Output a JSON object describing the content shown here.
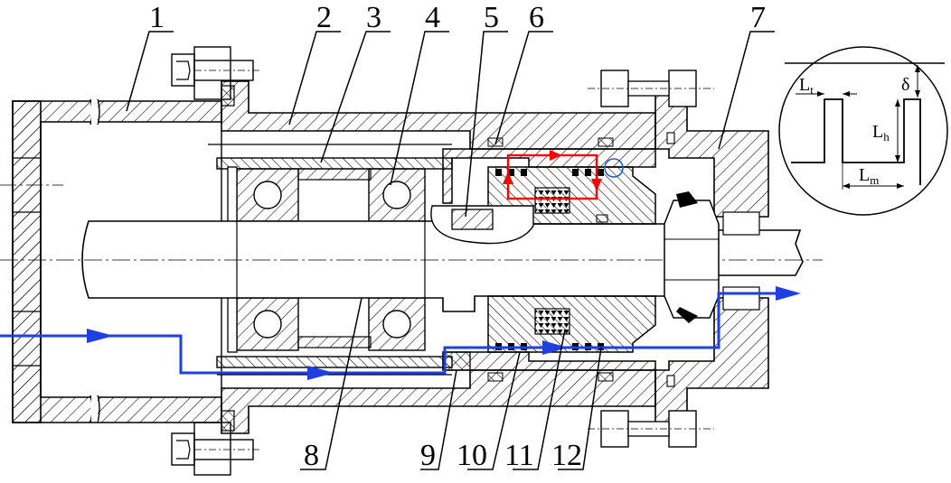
{
  "part_labels": [
    "1",
    "2",
    "3",
    "4",
    "5",
    "6",
    "7",
    "8",
    "9",
    "10",
    "11",
    "12"
  ],
  "detail": {
    "lt": "L",
    "lt_sub": "t",
    "delta": "δ",
    "lh": "L",
    "lh_sub": "h",
    "lm": "L",
    "lm_sub": "m"
  },
  "colors": {
    "outline": "#000000",
    "flow_path": "#1f3fe0",
    "leak_loop": "#ff0000",
    "highlight_circle": "#1f5fbf"
  },
  "icons": {
    "flow_arrow": "arrow-right-icon",
    "leak_loop": "rectangular-loop-icon",
    "zoom_marker": "circle-marker-icon"
  }
}
